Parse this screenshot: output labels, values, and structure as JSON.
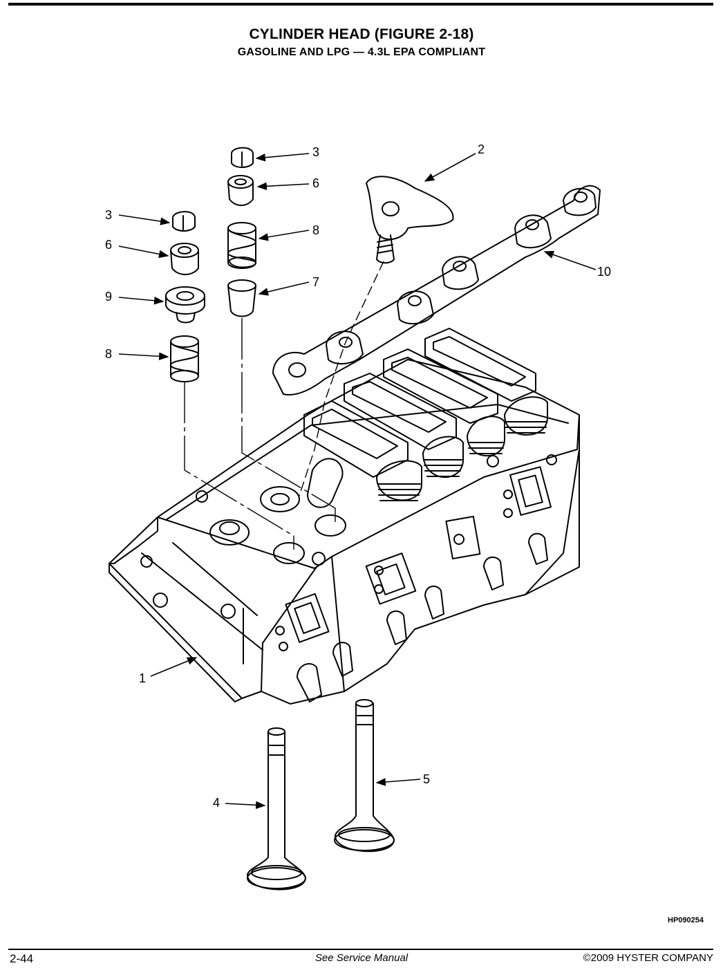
{
  "header": {
    "title": "CYLINDER HEAD (FIGURE 2-18)",
    "subtitle": "GASOLINE AND LPG — 4.3L EPA COMPLIANT"
  },
  "figure": {
    "id": "HP090254",
    "callouts": {
      "c1": "1",
      "c2": "2",
      "c3a": "3",
      "c3b": "3",
      "c4": "4",
      "c5": "5",
      "c6a": "6",
      "c6b": "6",
      "c7": "7",
      "c8a": "8",
      "c8b": "8",
      "c9": "9",
      "c10": "10"
    }
  },
  "footer": {
    "page_number": "2-44",
    "reference": "See Service Manual",
    "copyright": "©2009 HYSTER COMPANY"
  }
}
